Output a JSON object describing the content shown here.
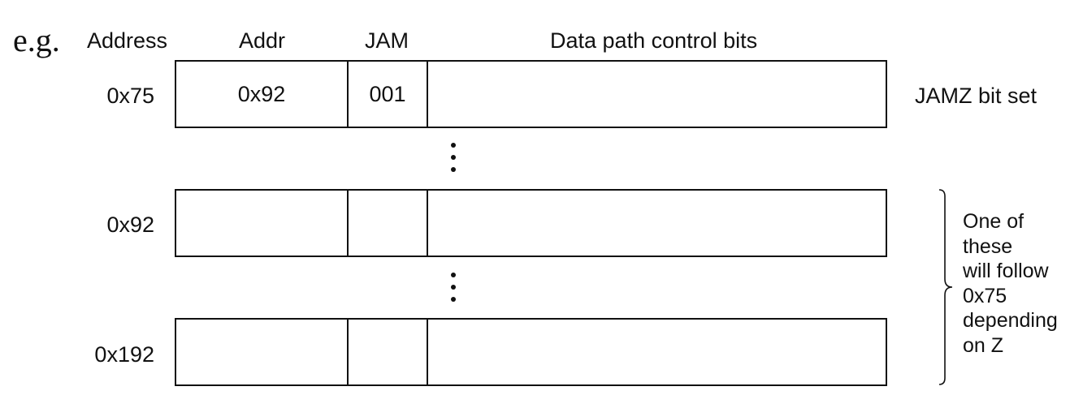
{
  "prefix": "e.g.",
  "headers": {
    "address": "Address",
    "addr": "Addr",
    "jam": "JAM",
    "data": "Data path control bits"
  },
  "rows": [
    {
      "address": "0x75",
      "addr": "0x92",
      "jam": "001",
      "data": ""
    },
    {
      "address": "0x92",
      "addr": "",
      "jam": "",
      "data": ""
    },
    {
      "address": "0x192",
      "addr": "",
      "jam": "",
      "data": ""
    }
  ],
  "annotations": {
    "row0_note": "JAMZ bit set",
    "brace_note": [
      "One of",
      "these",
      "will follow",
      "0x75",
      "depending",
      "on Z"
    ]
  }
}
